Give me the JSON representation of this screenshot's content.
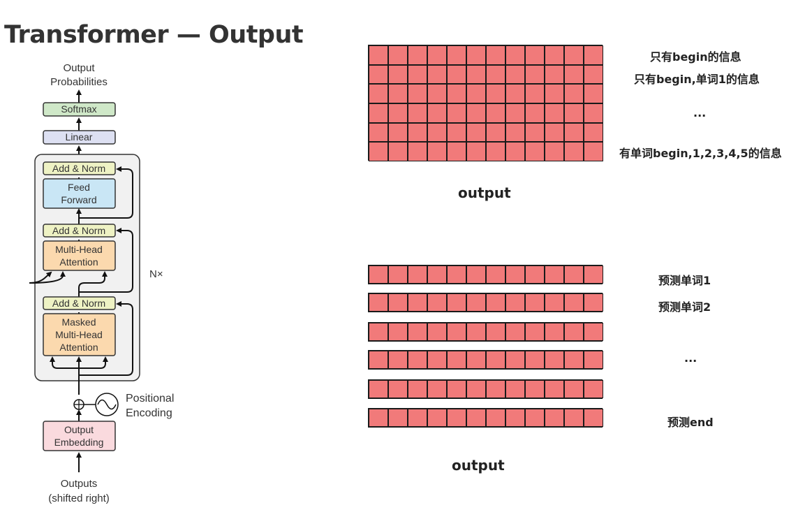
{
  "title": "Transformer — Output",
  "architecture": {
    "output_probabilities": [
      "Output",
      "Probabilities"
    ],
    "softmax": "Softmax",
    "linear": "Linear",
    "add_norm": "Add & Norm",
    "feed_forward": [
      "Feed",
      "Forward"
    ],
    "multi_head_attention": [
      "Multi-Head",
      "Attention"
    ],
    "masked_attention": [
      "Masked",
      "Multi-Head",
      "Attention"
    ],
    "nx": "N×",
    "positional_encoding": [
      "Positional",
      "Encoding"
    ],
    "output_embedding": [
      "Output",
      "Embedding"
    ],
    "outputs": [
      "Outputs",
      "(shifted right)"
    ]
  },
  "top_matrix": {
    "rows": 6,
    "cols": 12,
    "cell_color": "#f17a7a",
    "row_labels": [
      "只有begin的信息",
      "只有begin,单词1的信息",
      "...",
      "有单词begin,1,2,3,4,5的信息"
    ],
    "caption": "output"
  },
  "bottom_rows": {
    "rows": 6,
    "cols": 12,
    "cell_color": "#f17a7a",
    "row_labels": [
      "预测单词1",
      "预测单词2",
      "...",
      "预测end"
    ],
    "caption": "output"
  },
  "colors": {
    "softmax": "#cfe8c8",
    "linear": "#dde0f2",
    "add_norm": "#eef2c4",
    "feed_forward": "#c9e6f5",
    "attention": "#fbd9ae",
    "embedding": "#fadade",
    "block_bg": "#f1f1f1"
  }
}
